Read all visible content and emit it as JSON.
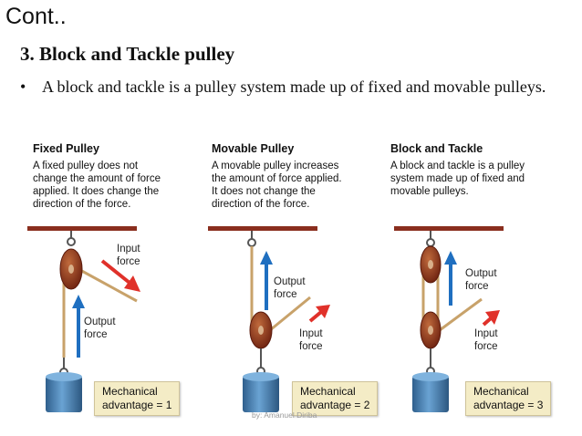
{
  "slide": {
    "title": "Cont..",
    "heading": "3. Block and Tackle pulley",
    "bullet_symbol": "•",
    "bullet": "A block and tackle is a pulley system made up of fixed and movable pulleys."
  },
  "panels": [
    {
      "title": "Fixed Pulley",
      "desc_lines": [
        "A fixed pulley does not",
        "change the amount of force",
        "applied. It does change the",
        "direction of the force."
      ],
      "input_label": [
        "Input",
        "force"
      ],
      "output_label": [
        "Output",
        "force"
      ],
      "ma_lines": [
        "Mechanical",
        "advantage = 1"
      ]
    },
    {
      "title": "Movable Pulley",
      "desc_lines": [
        "A movable pulley increases",
        "the amount of force applied.",
        "It does not change the",
        "direction of the force."
      ],
      "input_label": [
        "Input",
        "force"
      ],
      "output_label": [
        "Output",
        "force"
      ],
      "ma_lines": [
        "Mechanical",
        "advantage = 2"
      ]
    },
    {
      "title": "Block and Tackle",
      "desc_lines": [
        "A block and tackle is a pulley",
        "system made up of fixed and",
        "movable pulleys."
      ],
      "input_label": [
        "Input",
        "force"
      ],
      "output_label": [
        "Output",
        "force"
      ],
      "ma_lines": [
        "Mechanical",
        "advantage = 3"
      ]
    }
  ],
  "footer": "by: Amanuel Diriba",
  "colors": {
    "ceiling": "#8a2e1e",
    "rope": "#c8a26a",
    "pulley": "#9a3a20",
    "weight": "#4f86b6",
    "arrow_blue": "#1f6fc0",
    "arrow_red": "#e0312a",
    "ma_box": "#f4ecc6"
  }
}
